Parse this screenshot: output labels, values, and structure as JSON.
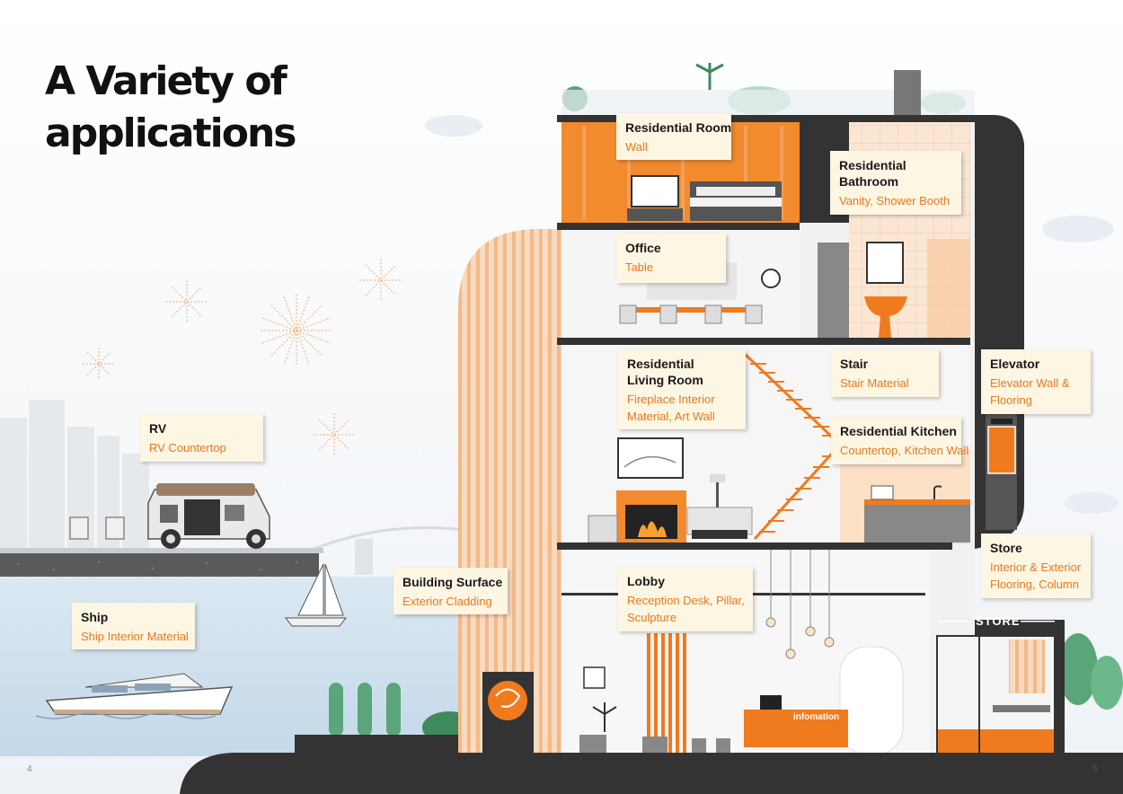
{
  "title": {
    "line1": "A Variety of",
    "line2": "applications"
  },
  "labels": {
    "rv": {
      "name": [
        "RV"
      ],
      "desc": [
        "RV Countertop"
      ]
    },
    "ship": {
      "name": [
        "Ship"
      ],
      "desc": [
        "Ship Interior Material"
      ]
    },
    "building_surface": {
      "name": [
        "Building Surface"
      ],
      "desc": [
        "Exterior Cladding"
      ]
    },
    "residential_room": {
      "name": [
        "Residential Room"
      ],
      "desc": [
        "Wall"
      ]
    },
    "residential_bathroom": {
      "name": [
        "Residential",
        "Bathroom"
      ],
      "desc": [
        "Vanity, Shower Booth"
      ]
    },
    "office": {
      "name": [
        "Office"
      ],
      "desc": [
        "Table"
      ]
    },
    "living_room": {
      "name": [
        "Residential",
        "Living Room"
      ],
      "desc": [
        "Fireplace Interior",
        "Material, Art Wall"
      ]
    },
    "stair": {
      "name": [
        "Stair"
      ],
      "desc": [
        "Stair Material"
      ]
    },
    "elevator": {
      "name": [
        "Elevator"
      ],
      "desc": [
        "Elevator Wall &",
        "Flooring"
      ]
    },
    "kitchen": {
      "name": [
        "Residential Kitchen"
      ],
      "desc": [
        "Countertop, Kitchen Wall"
      ]
    },
    "store": {
      "name": [
        "Store"
      ],
      "desc": [
        "Interior & Exterior",
        "Flooring, Column"
      ]
    },
    "lobby": {
      "name": [
        "Lobby"
      ],
      "desc": [
        "Reception Desk, Pillar,",
        "Sculpture"
      ]
    }
  },
  "store_sign": "STORE",
  "info_desk_text": "infomation",
  "page_numbers": {
    "left": "4",
    "right": "5"
  },
  "colors": {
    "accent": "#f07b1f",
    "dark": "#333333",
    "label_bg": "#fdf6e3",
    "water": "#cfe1ee"
  }
}
